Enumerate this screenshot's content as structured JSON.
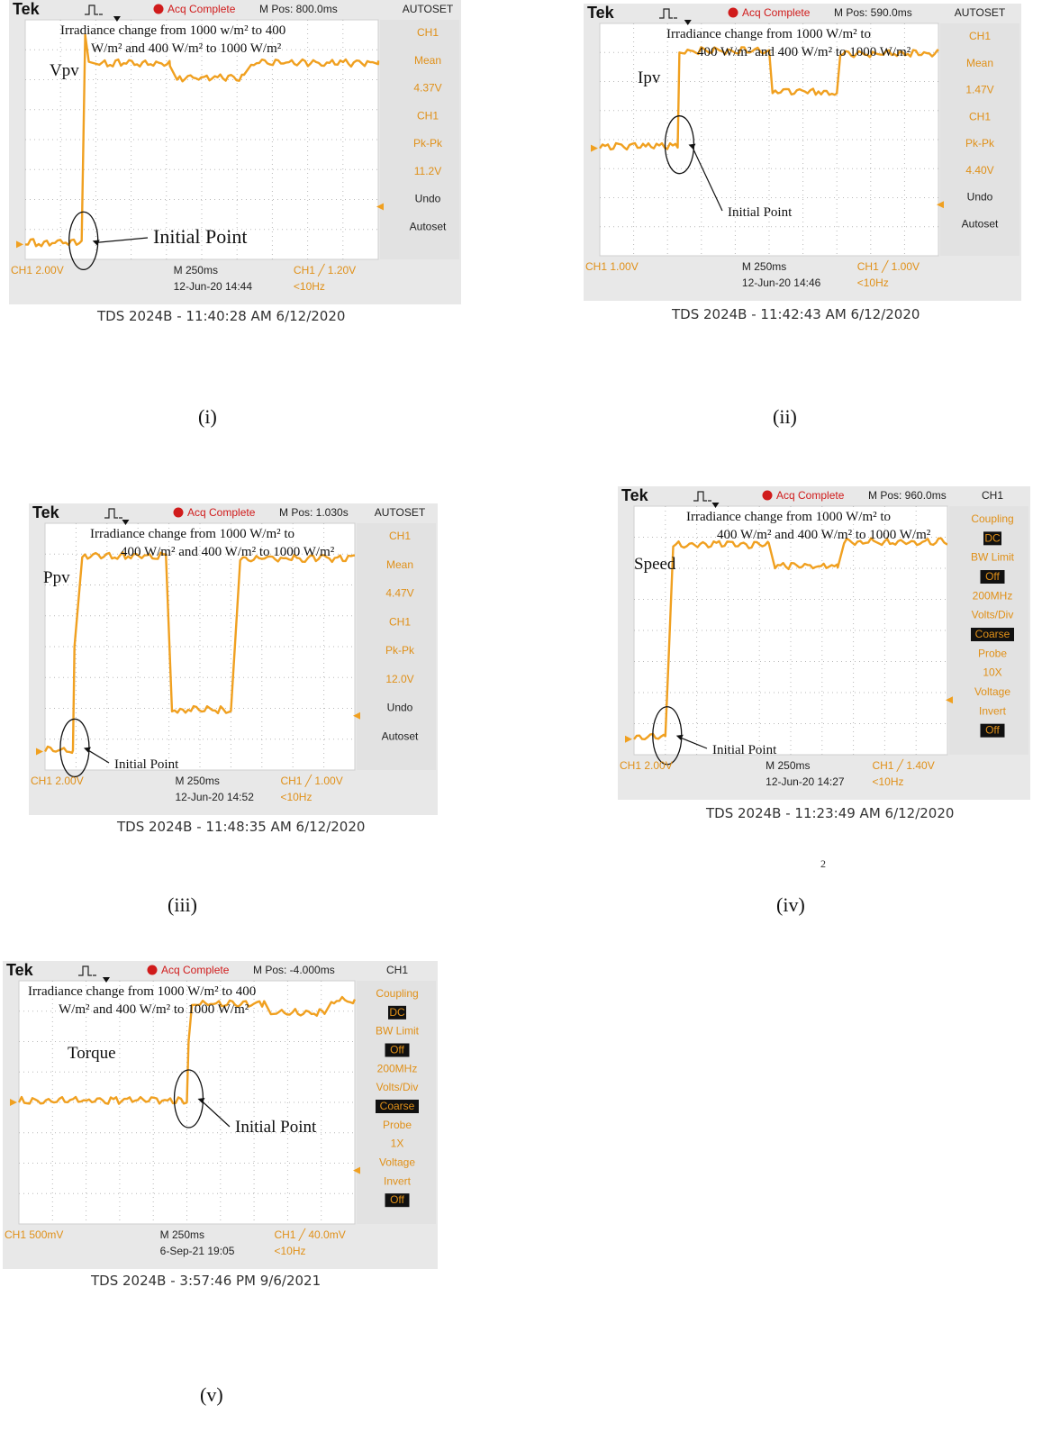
{
  "page_number": "2",
  "panels": [
    {
      "id": "i",
      "caption": "(i)",
      "brand": "Tek",
      "acq": "Acq Complete",
      "mpos": "M Pos: 800.0ms",
      "top_right": "AUTOSET",
      "annotation": [
        "Irradiance change from 1000 w/m² to 400",
        "W/m² and 400 W/m² to 1000 W/m²"
      ],
      "signal": "Vpv",
      "initial_point": "Initial Point",
      "side": [
        {
          "kind": "or",
          "text": "CH1"
        },
        {
          "kind": "or",
          "text": "Mean"
        },
        {
          "kind": "or",
          "text": "4.37V"
        },
        {
          "kind": "or",
          "text": "CH1"
        },
        {
          "kind": "or",
          "text": "Pk-Pk"
        },
        {
          "kind": "or",
          "text": "11.2V"
        },
        {
          "kind": "dk",
          "text": "Undo"
        },
        {
          "kind": "dk",
          "text": "Autoset"
        }
      ],
      "bottom_left": "CH1  2.00V",
      "bottom_mid1": "M 250ms",
      "bottom_mid2": "12-Jun-20 14:44",
      "bottom_right1": "CH1 ╱ 1.20V",
      "bottom_right2": "<10Hz",
      "footer": "TDS 2024B - 11:40:28 AM    6/12/2020",
      "chart_data": {
        "type": "line",
        "x_unit": "divisions",
        "y_unit": "divisions",
        "xlim": [
          0,
          10
        ],
        "ylim": [
          0,
          8
        ],
        "grid": true,
        "x": [
          0,
          1.6,
          1.7,
          1.8,
          2.1,
          4.1,
          4.3,
          6.2,
          6.4,
          10
        ],
        "y": [
          0.5,
          0.5,
          7.5,
          6.6,
          6.5,
          6.5,
          6.0,
          6.0,
          6.5,
          6.5
        ]
      }
    },
    {
      "id": "ii",
      "caption": "(ii)",
      "brand": "Tek",
      "acq": "Acq Complete",
      "mpos": "M Pos: 590.0ms",
      "top_right": "AUTOSET",
      "annotation": [
        "Irradiance change from 1000 W/m² to",
        "400 W/m² and 400 W/m² to 1000 W/m²"
      ],
      "signal": "Ipv",
      "initial_point": "Initial Point",
      "side": [
        {
          "kind": "or",
          "text": "CH1"
        },
        {
          "kind": "or",
          "text": "Mean"
        },
        {
          "kind": "or",
          "text": "1.47V"
        },
        {
          "kind": "or",
          "text": "CH1"
        },
        {
          "kind": "or",
          "text": "Pk-Pk"
        },
        {
          "kind": "or",
          "text": "4.40V"
        },
        {
          "kind": "dk",
          "text": "Undo"
        },
        {
          "kind": "dk",
          "text": "Autoset"
        }
      ],
      "bottom_left": "CH1  1.00V",
      "bottom_mid1": "M 250ms",
      "bottom_mid2": "12-Jun-20 14:46",
      "bottom_right1": "CH1 ╱ 1.00V",
      "bottom_right2": "<10Hz",
      "footer": "TDS 2024B - 11:42:43 AM    6/12/2020",
      "chart_data": {
        "type": "line",
        "x_unit": "divisions",
        "y_unit": "divisions",
        "xlim": [
          0,
          10
        ],
        "ylim": [
          0,
          8
        ],
        "grid": true,
        "x": [
          0,
          2.3,
          2.35,
          5.0,
          5.1,
          7.0,
          7.1,
          10
        ],
        "y": [
          3.7,
          3.7,
          7.0,
          7.0,
          5.6,
          5.6,
          6.9,
          6.9
        ]
      }
    },
    {
      "id": "iii",
      "caption": "(iii)",
      "brand": "Tek",
      "acq": "Acq Complete",
      "mpos": "M Pos: 1.030s",
      "top_right": "AUTOSET",
      "annotation": [
        "Irradiance change from 1000 W/m² to",
        "400 W/m² and 400 W/m² to 1000 W/m²"
      ],
      "signal": "Ppv",
      "initial_point": "Initial Point",
      "side": [
        {
          "kind": "or",
          "text": "CH1"
        },
        {
          "kind": "or",
          "text": "Mean"
        },
        {
          "kind": "or",
          "text": "4.47V"
        },
        {
          "kind": "or",
          "text": "CH1"
        },
        {
          "kind": "or",
          "text": "Pk-Pk"
        },
        {
          "kind": "or",
          "text": "12.0V"
        },
        {
          "kind": "dk",
          "text": "Undo"
        },
        {
          "kind": "dk",
          "text": "Autoset"
        }
      ],
      "bottom_left": "CH1  2.00V",
      "bottom_mid1": "M 250ms",
      "bottom_mid2": "12-Jun-20 14:52",
      "bottom_right1": "CH1 ╱ 1.00V",
      "bottom_right2": "<10Hz",
      "footer": "TDS 2024B - 11:48:35 AM    6/12/2020",
      "chart_data": {
        "type": "line",
        "x_unit": "divisions",
        "y_unit": "divisions",
        "xlim": [
          0,
          10
        ],
        "ylim": [
          0,
          8
        ],
        "grid": true,
        "x": [
          0,
          0.9,
          0.95,
          1.2,
          3.9,
          4.1,
          6.0,
          6.3,
          10
        ],
        "y": [
          0.6,
          0.6,
          4.0,
          6.9,
          6.9,
          1.9,
          1.9,
          6.8,
          6.8
        ]
      }
    },
    {
      "id": "iv",
      "caption": "(iv)",
      "brand": "Tek",
      "acq": "Acq Complete",
      "mpos": "M Pos: 960.0ms",
      "top_right": "CH1",
      "annotation": [
        "Irradiance change from 1000 W/m² to",
        "400 W/m² and 400 W/m² to 1000 W/m²"
      ],
      "signal": "Speed",
      "initial_point": "Initial Point",
      "side": [
        {
          "kind": "or",
          "text": "Coupling"
        },
        {
          "kind": "box",
          "text": "DC"
        },
        {
          "kind": "or",
          "text": "BW Limit"
        },
        {
          "kind": "box",
          "text": "Off"
        },
        {
          "kind": "or",
          "text": "200MHz"
        },
        {
          "kind": "or",
          "text": "Volts/Div"
        },
        {
          "kind": "box",
          "text": "Coarse"
        },
        {
          "kind": "or",
          "text": "Probe"
        },
        {
          "kind": "or",
          "text": "10X"
        },
        {
          "kind": "or",
          "text": "Voltage"
        },
        {
          "kind": "or",
          "text": "Invert"
        },
        {
          "kind": "box",
          "text": "Off"
        }
      ],
      "bottom_left": "CH1  2.00V",
      "bottom_mid1": "M 250ms",
      "bottom_mid2": "12-Jun-20 14:27",
      "bottom_right1": "CH1 ╱ 1.40V",
      "bottom_right2": "<10Hz",
      "footer": "TDS 2024B - 11:23:49 AM    6/12/2020",
      "chart_data": {
        "type": "line",
        "x_unit": "divisions",
        "y_unit": "divisions",
        "xlim": [
          0,
          10
        ],
        "ylim": [
          0,
          8
        ],
        "grid": true,
        "x": [
          0,
          1.0,
          1.1,
          1.25,
          4.3,
          4.5,
          6.5,
          6.7,
          10
        ],
        "y": [
          0.5,
          0.5,
          3.0,
          6.7,
          6.7,
          6.0,
          6.0,
          6.8,
          6.8
        ]
      }
    },
    {
      "id": "v",
      "caption": "(v)",
      "brand": "Tek",
      "acq": "Acq Complete",
      "mpos": "M Pos: -4.000ms",
      "top_right": "CH1",
      "annotation": [
        "Irradiance change from 1000 W/m² to 400",
        "W/m² and 400 W/m² to 1000 W/m²"
      ],
      "signal": "Torque",
      "initial_point": "Initial Point",
      "side": [
        {
          "kind": "or",
          "text": "Coupling"
        },
        {
          "kind": "box",
          "text": "DC"
        },
        {
          "kind": "or",
          "text": "BW Limit"
        },
        {
          "kind": "box",
          "text": "Off"
        },
        {
          "kind": "or",
          "text": "200MHz"
        },
        {
          "kind": "or",
          "text": "Volts/Div"
        },
        {
          "kind": "box",
          "text": "Coarse"
        },
        {
          "kind": "or",
          "text": "Probe"
        },
        {
          "kind": "or",
          "text": "1X"
        },
        {
          "kind": "or",
          "text": "Voltage"
        },
        {
          "kind": "or",
          "text": "Invert"
        },
        {
          "kind": "box",
          "text": "Off"
        }
      ],
      "bottom_left": "CH1  500mV",
      "bottom_mid1": "M 250ms",
      "bottom_mid2": "6-Sep-21 19:05",
      "bottom_right1": "CH1 ╱ 40.0mV",
      "bottom_right2": "<10Hz",
      "footer": "TDS 2024B - 3:57:46 PM    9/6/2021",
      "chart_data": {
        "type": "line",
        "x_unit": "divisions",
        "y_unit": "divisions",
        "xlim": [
          0,
          10
        ],
        "ylim": [
          0,
          8
        ],
        "grid": true,
        "x": [
          0,
          5.0,
          5.05,
          5.15,
          7.3,
          7.5,
          9.1,
          9.3,
          10
        ],
        "y": [
          4.0,
          4.0,
          6.0,
          7.2,
          7.2,
          6.9,
          6.9,
          7.3,
          7.3
        ]
      }
    }
  ]
}
